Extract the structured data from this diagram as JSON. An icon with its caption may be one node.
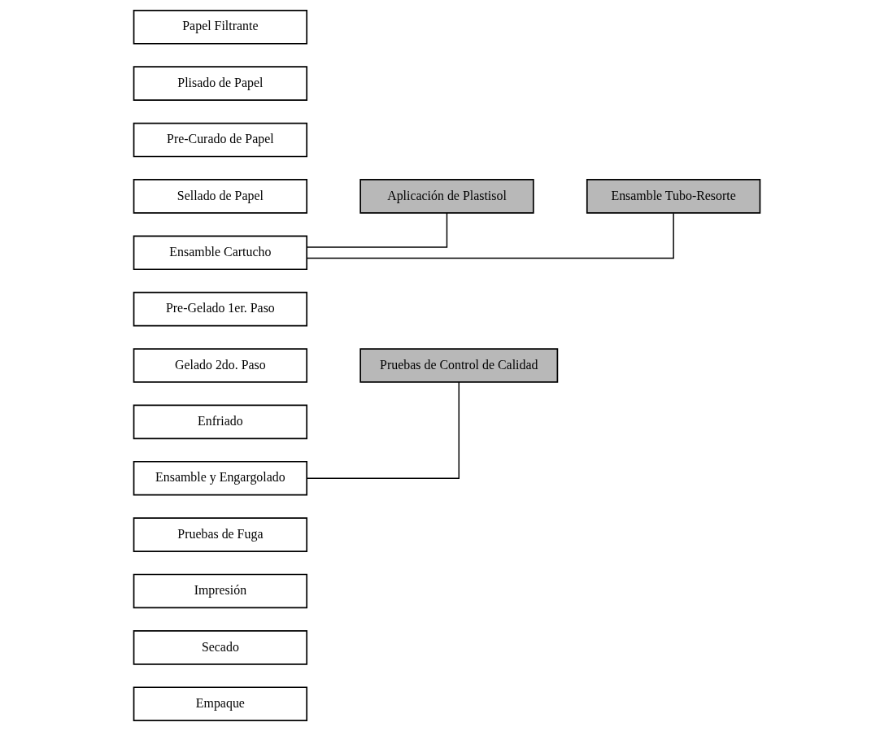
{
  "diagram": {
    "nodes": [
      {
        "text": [
          "Papel Filtrante"
        ]
      },
      {
        "text": [
          "Plisado de Papel"
        ]
      },
      {
        "text": [
          "Pre-Curado de Papel"
        ]
      },
      {
        "text": [
          "Sellado de Papel"
        ]
      },
      {
        "text": [
          "Aplicación de Plastisol"
        ]
      },
      {
        "text": [
          "Ensamble Tubo-Resorte"
        ]
      },
      {
        "text": [
          "Ensamble Cartucho"
        ]
      },
      {
        "text": [
          "Pre-Gelado 1er. Paso"
        ]
      },
      {
        "text": [
          "Gelado 2do. Paso"
        ]
      },
      {
        "text": [
          "Pruebas de Control de Calidad"
        ]
      },
      {
        "text": [
          "Enfriado"
        ]
      },
      {
        "text": [
          "Ensamble y Engargolado"
        ]
      },
      {
        "text": [
          "Pruebas de Fuga"
        ]
      },
      {
        "text": [
          "Impresión"
        ]
      },
      {
        "text": [
          "Secado"
        ]
      },
      {
        "text": [
          "Empaque"
        ]
      }
    ],
    "edges": [
      {
        "from": 4,
        "to": 6,
        "arrow": "none"
      },
      {
        "from": 5,
        "to": 6,
        "arrow": "none"
      },
      {
        "from": 9,
        "to": 11,
        "arrow": "none"
      }
    ]
  }
}
